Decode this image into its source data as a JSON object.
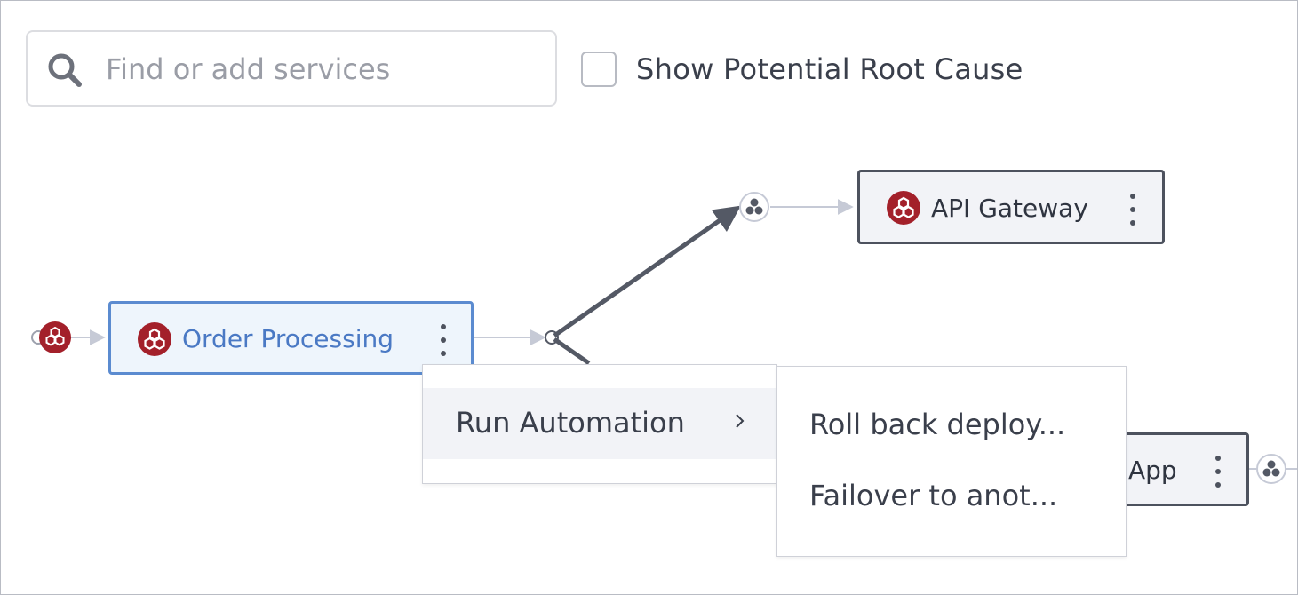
{
  "search": {
    "placeholder": "Find or add services",
    "icon": "search-icon"
  },
  "root_cause": {
    "label": "Show Potential Root Cause",
    "checked": false
  },
  "nodes": {
    "api_gateway": {
      "label": "API Gateway",
      "icon": "service-hexagon-icon"
    },
    "order_processing": {
      "label": "Order Processing",
      "icon": "service-hexagon-icon",
      "selected": true
    },
    "app": {
      "label": "App",
      "icon": "service-hexagon-icon"
    }
  },
  "context_menu": {
    "items": [
      {
        "label": "Run Automation",
        "has_submenu": true
      }
    ]
  },
  "submenu": {
    "items": [
      {
        "label": "Roll back deploy..."
      },
      {
        "label": "Failover to anot..."
      }
    ]
  },
  "colors": {
    "service_icon": "#a3202a",
    "node_border": "#4d525e",
    "selected_border": "#5b8bd0",
    "selected_text": "#4a79c4",
    "edge_light": "#c6cad6",
    "edge_dark": "#545965"
  }
}
